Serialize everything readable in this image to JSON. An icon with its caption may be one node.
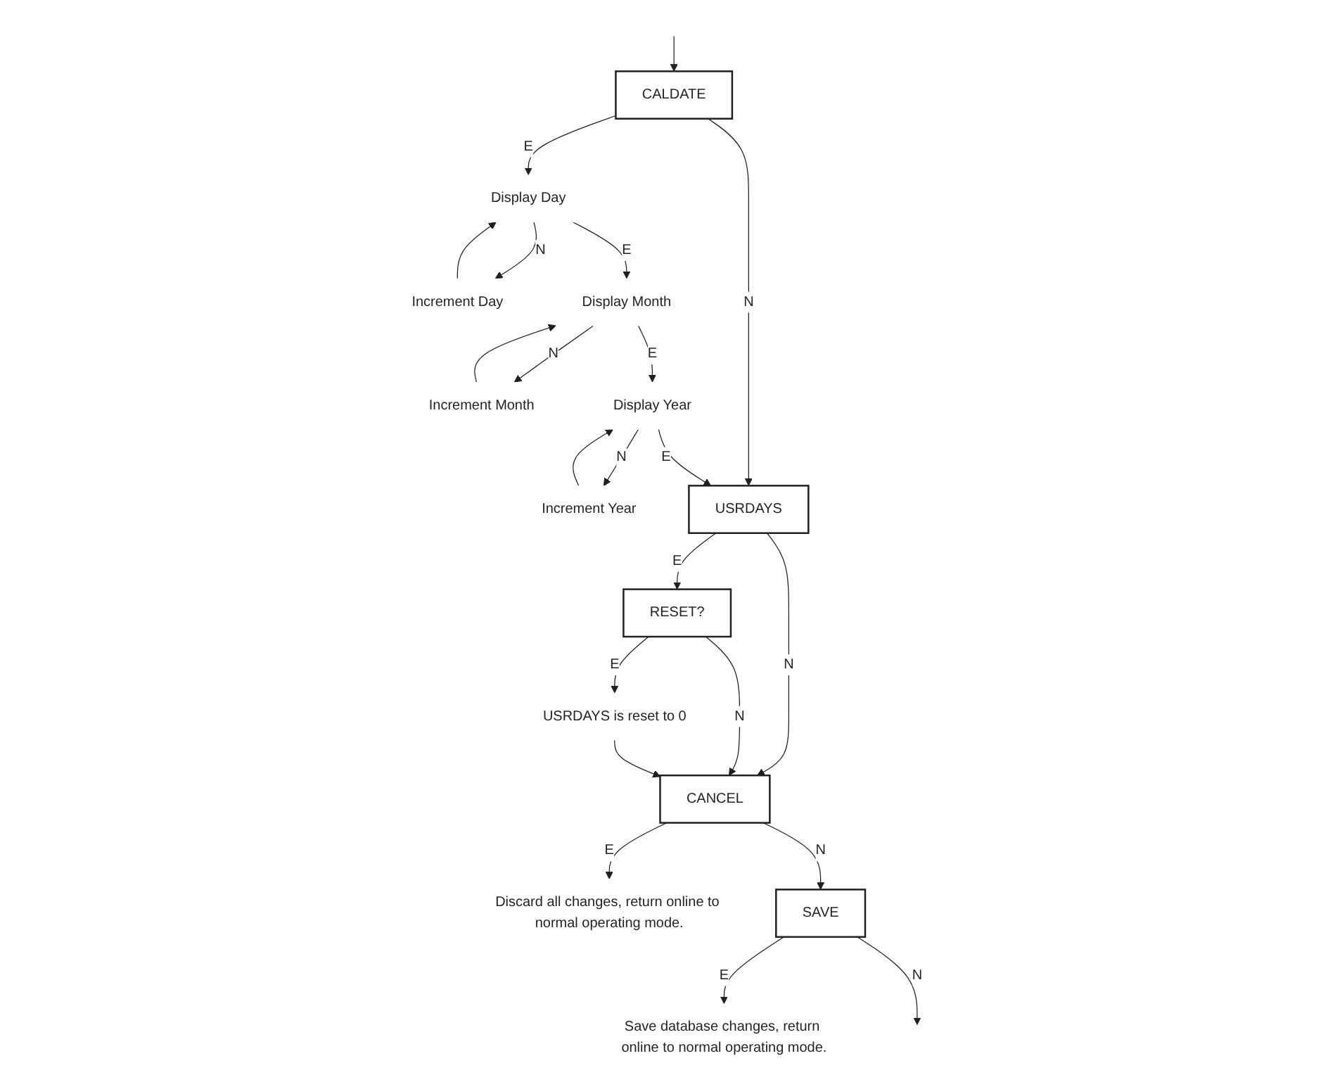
{
  "diagram": {
    "nodes": [
      {
        "text": [
          "CALDATE"
        ]
      },
      {
        "text": [
          "Display Day"
        ]
      },
      {
        "text": [
          "Increment Day"
        ]
      },
      {
        "text": [
          "Display Month"
        ]
      },
      {
        "text": [
          "Increment Month"
        ]
      },
      {
        "text": [
          "Display Year"
        ]
      },
      {
        "text": [
          "Increment Year"
        ]
      },
      {
        "text": [
          "USRDAYS"
        ]
      },
      {
        "text": [
          "RESET?"
        ]
      },
      {
        "text": [
          "USRDAYS is reset to 0"
        ]
      },
      {
        "text": [
          "CANCEL"
        ]
      },
      {
        "text": [
          "Discard all changes, return online to normal operating mode."
        ]
      },
      {
        "text": [
          "SAVE"
        ]
      },
      {
        "text": [
          "Save database changes, return online to normal operating mode."
        ]
      }
    ],
    "edges": [
      {
        "from": null,
        "to": 0,
        "arrow": "to"
      },
      {
        "from": 0,
        "to": 1,
        "label": "E",
        "arrow": "to"
      },
      {
        "from": 0,
        "to": 7,
        "label": "N",
        "arrow": "to"
      },
      {
        "from": 1,
        "to": 2,
        "label": "N",
        "arrow": "to"
      },
      {
        "from": 2,
        "to": 1,
        "arrow": "to"
      },
      {
        "from": 1,
        "to": 3,
        "label": "E",
        "arrow": "to"
      },
      {
        "from": 3,
        "to": 4,
        "label": "N",
        "arrow": "to"
      },
      {
        "from": 4,
        "to": 3,
        "arrow": "to"
      },
      {
        "from": 3,
        "to": 5,
        "label": "E",
        "arrow": "to"
      },
      {
        "from": 5,
        "to": 6,
        "label": "N",
        "arrow": "to"
      },
      {
        "from": 6,
        "to": 5,
        "arrow": "to"
      },
      {
        "from": 5,
        "to": 7,
        "label": "E",
        "arrow": "to"
      },
      {
        "from": 7,
        "to": 8,
        "label": "E",
        "arrow": "to"
      },
      {
        "from": 7,
        "to": 10,
        "label": "N",
        "arrow": "to"
      },
      {
        "from": 8,
        "to": 9,
        "label": "E",
        "arrow": "to"
      },
      {
        "from": 8,
        "to": 10,
        "label": "N",
        "arrow": "to"
      },
      {
        "from": 9,
        "to": 10,
        "arrow": "to"
      },
      {
        "from": 10,
        "to": 11,
        "label": "E",
        "arrow": "to"
      },
      {
        "from": 10,
        "to": 12,
        "label": "N",
        "arrow": "to"
      },
      {
        "from": 12,
        "to": 13,
        "label": "E",
        "arrow": "to"
      },
      {
        "from": 12,
        "to": null,
        "label": "N",
        "arrow": "to"
      }
    ]
  }
}
